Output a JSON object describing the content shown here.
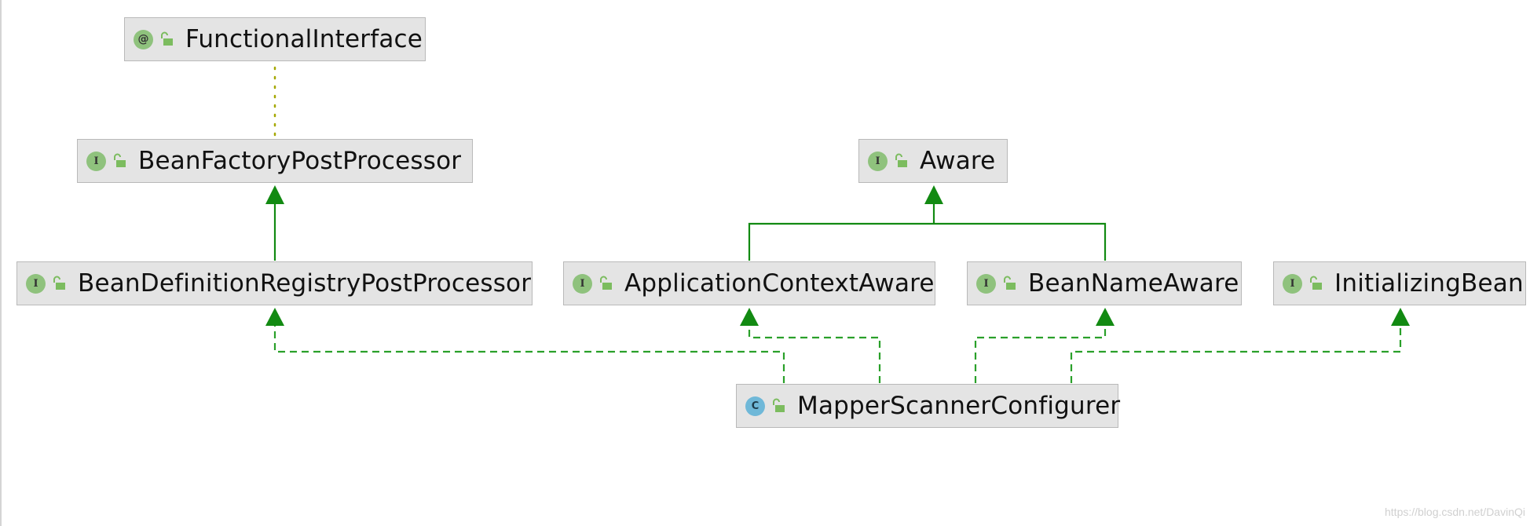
{
  "diagram": {
    "nodes": {
      "functional_interface": {
        "kind_letter": "@",
        "label": "FunctionalInterface"
      },
      "bean_factory_post_processor": {
        "kind_letter": "I",
        "label": "BeanFactoryPostProcessor"
      },
      "aware": {
        "kind_letter": "I",
        "label": "Aware"
      },
      "bean_definition_registry_post_processor": {
        "kind_letter": "I",
        "label": "BeanDefinitionRegistryPostProcessor"
      },
      "application_context_aware": {
        "kind_letter": "I",
        "label": "ApplicationContextAware"
      },
      "bean_name_aware": {
        "kind_letter": "I",
        "label": "BeanNameAware"
      },
      "initializing_bean": {
        "kind_letter": "I",
        "label": "InitializingBean"
      },
      "mapper_scanner_configurer": {
        "kind_letter": "C",
        "label": "MapperScannerConfigurer"
      }
    },
    "edges": [
      {
        "from": "BeanFactoryPostProcessor",
        "to": "FunctionalInterface",
        "style": "dotted"
      },
      {
        "from": "BeanDefinitionRegistryPostProcessor",
        "to": "BeanFactoryPostProcessor",
        "style": "extends"
      },
      {
        "from": "ApplicationContextAware",
        "to": "Aware",
        "style": "extends"
      },
      {
        "from": "BeanNameAware",
        "to": "Aware",
        "style": "extends"
      },
      {
        "from": "MapperScannerConfigurer",
        "to": "BeanDefinitionRegistryPostProcessor",
        "style": "implements"
      },
      {
        "from": "MapperScannerConfigurer",
        "to": "ApplicationContextAware",
        "style": "implements"
      },
      {
        "from": "MapperScannerConfigurer",
        "to": "BeanNameAware",
        "style": "implements"
      },
      {
        "from": "MapperScannerConfigurer",
        "to": "InitializingBean",
        "style": "implements"
      }
    ]
  },
  "colors": {
    "extends": "#1f8a1f",
    "implements": "#2aa02a",
    "dotted": "#a5a800",
    "node_bg": "#e4e4e4",
    "node_border": "#b9b9b9"
  },
  "watermark": "https://blog.csdn.net/DavinQi"
}
